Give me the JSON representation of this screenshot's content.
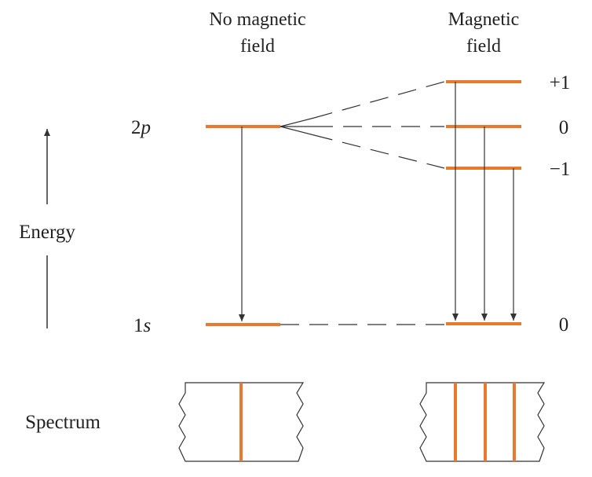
{
  "headers": {
    "no_field_line1": "No magnetic",
    "no_field_line2": "field",
    "field_line1": "Magnetic",
    "field_line2": "field"
  },
  "levels": {
    "upper_num": "2",
    "upper_letter": "p",
    "lower_num": "1",
    "lower_letter": "s"
  },
  "ml_labels": {
    "plus_one": "+1",
    "zero_upper": "0",
    "minus_one": "−1",
    "zero_lower": "0"
  },
  "axis": {
    "energy_label": "Energy"
  },
  "spectrum": {
    "label": "Spectrum"
  },
  "colors": {
    "level": "#e87a30",
    "line": "#333333"
  }
}
